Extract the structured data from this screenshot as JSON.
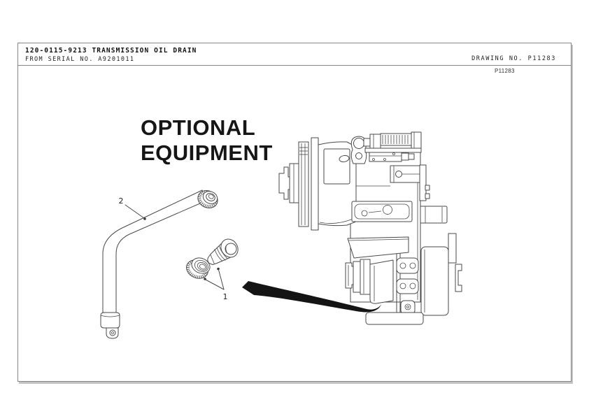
{
  "header": {
    "title": "120-0115-9213 TRANSMISSION OIL DRAIN",
    "serial_line": "FROM SERIAL NO. A9201011",
    "drawing_no_label": "DRAWING NO. P11283"
  },
  "figure": {
    "ref_number": "P11283",
    "heading": {
      "line1": "OPTIONAL",
      "line2": "EQUIPMENT"
    },
    "callouts": {
      "tube": "2",
      "fittings": "1"
    }
  },
  "colors": {
    "sheet_border": "#858585",
    "line_art": "#4a4a4a",
    "text": "#161616",
    "arrow": "#141414"
  }
}
